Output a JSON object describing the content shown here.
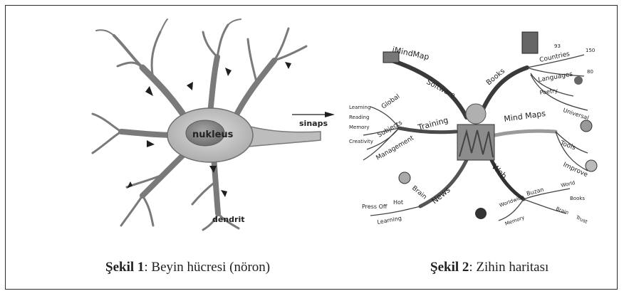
{
  "figure1": {
    "labels": {
      "nucleus": "nukleus",
      "synapse": "sinaps",
      "dendrite": "dendrit"
    },
    "caption": {
      "label": "Şekil 1",
      "sep": ":",
      "text": " Beyin hücresi (nöron)"
    }
  },
  "figure2": {
    "center": "",
    "branches": {
      "software": {
        "label": "Software",
        "children": [
          "iMindMap"
        ]
      },
      "books": {
        "label": "Books",
        "children": [
          "Countries",
          "Languages",
          "Poetry",
          "Universal"
        ],
        "numbers": [
          "93",
          "150",
          "80"
        ]
      },
      "training": {
        "label": "Training",
        "children": [
          "Global",
          "Subjects",
          "Management"
        ],
        "leaves": [
          "Learning",
          "Reading",
          "Memory",
          "Creativity"
        ]
      },
      "mindmaps": {
        "label": "Mind Maps",
        "children": [
          "Tools",
          "Improve"
        ]
      },
      "news": {
        "label": "News",
        "children": [
          "Brain",
          "Hot",
          "Press Off",
          "Learning"
        ]
      },
      "web": {
        "label": "Web",
        "children": [
          "Buzan",
          "World",
          "Books",
          "Brain",
          "Trust",
          "Worldwide",
          "Memory"
        ]
      }
    },
    "caption": {
      "label": "Şekil 2",
      "sep": ":",
      "text": " Zihin haritası"
    }
  },
  "colors": {
    "ink": "#2b2b2b",
    "neuron_fill": "#c9c9c9",
    "nucleus_fill": "#8f8f8f",
    "branch_dark": "#3a3a3a"
  }
}
